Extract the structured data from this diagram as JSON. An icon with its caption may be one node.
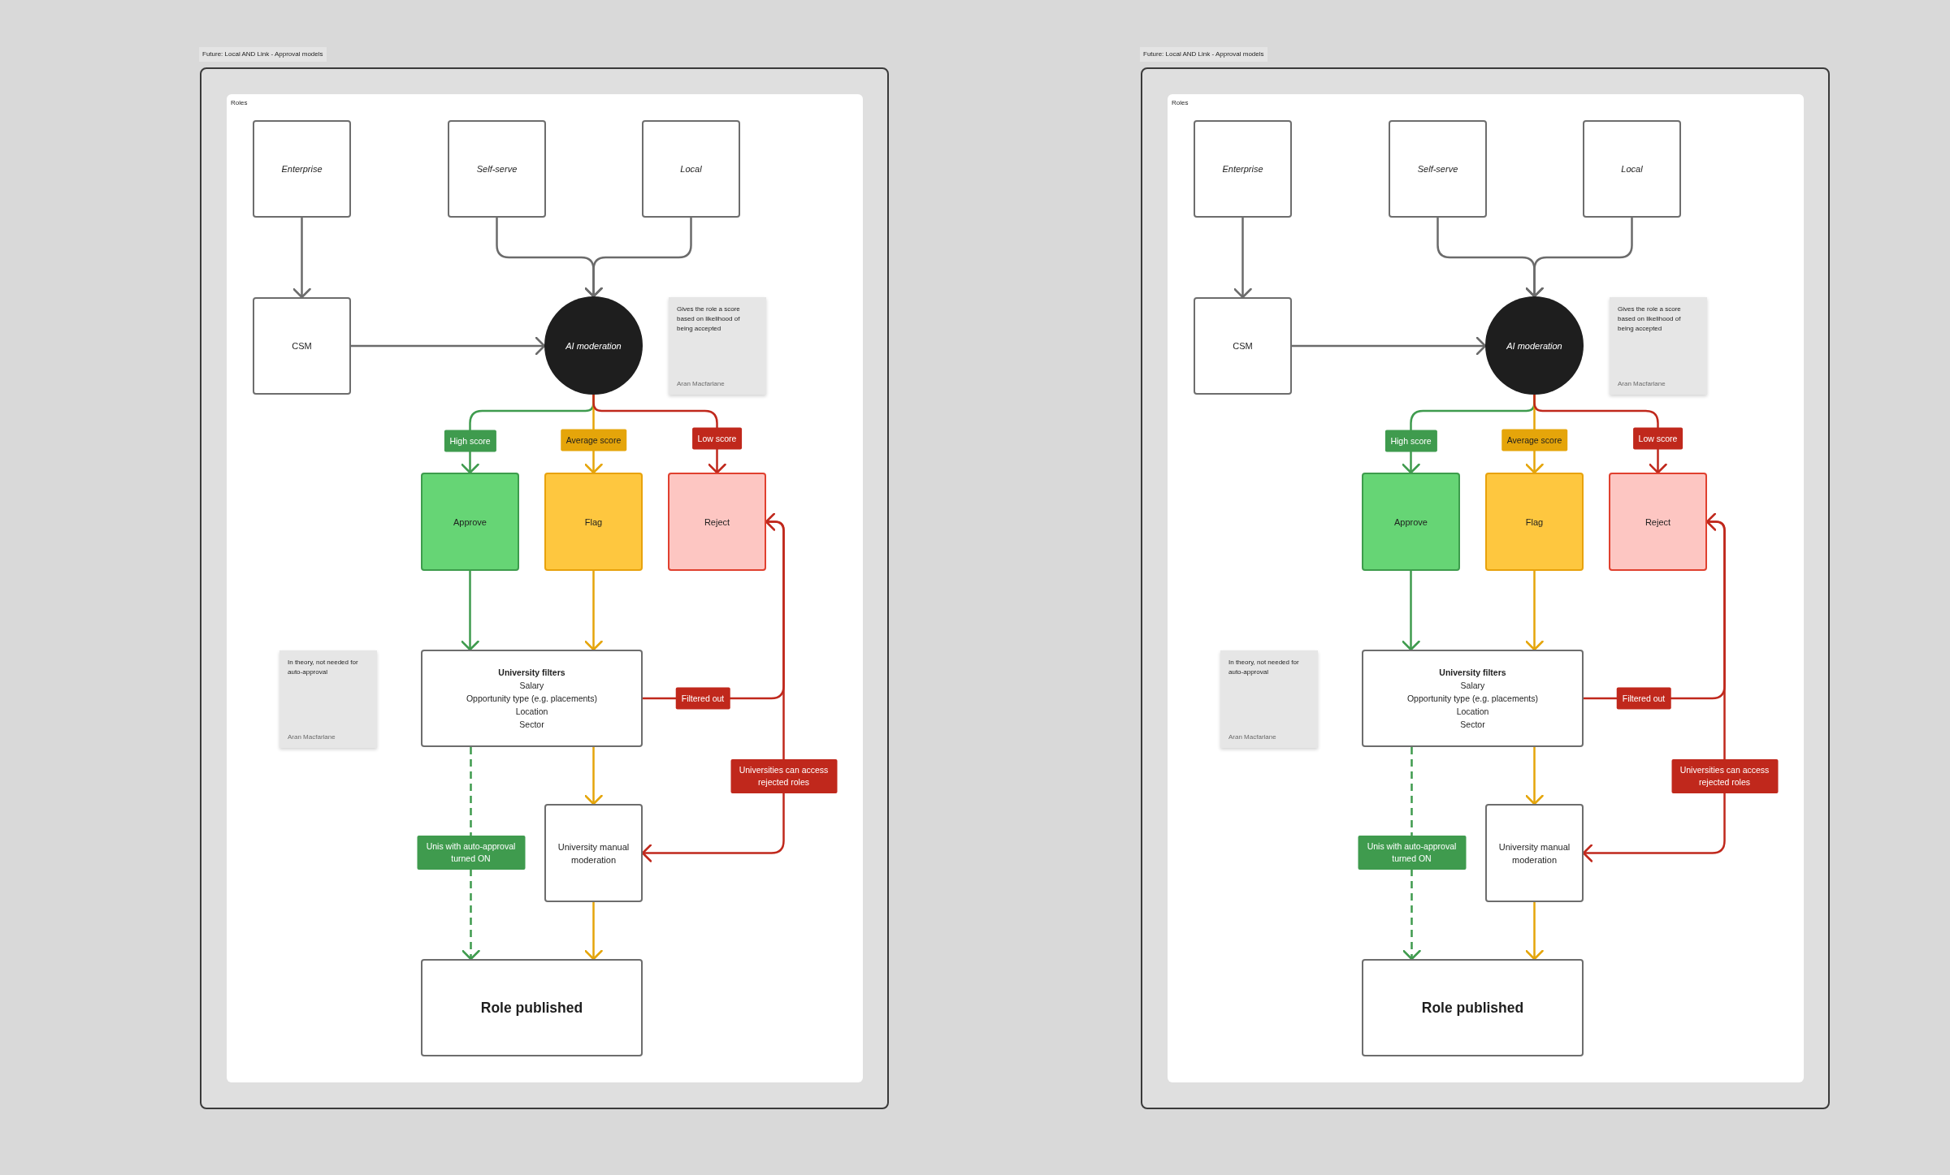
{
  "diagram": {
    "nodes": [
      {
        "text": [
          "Future: Local AND Link - Approval models"
        ]
      },
      {
        "text": [
          "Roles"
        ],
        "in": 0
      },
      {
        "text": [
          "Enterprise"
        ],
        "in": 1
      },
      {
        "text": [
          "Self-serve"
        ],
        "in": 1
      },
      {
        "text": [
          "Local"
        ],
        "in": 1
      },
      {
        "text": [
          "CSM"
        ],
        "in": 1
      },
      {
        "text": [
          "AI moderation"
        ],
        "in": 1
      },
      {
        "text": [
          "Gives the role a score based on likelihood of being accepted",
          "Aran Macfarlane"
        ],
        "in": 1
      },
      {
        "text": [
          "Approve"
        ],
        "in": 1
      },
      {
        "text": [
          "Flag"
        ],
        "in": 1
      },
      {
        "text": [
          "Reject"
        ],
        "in": 1
      },
      {
        "text": [
          "In theory, not needed for auto-approval",
          "Aran Macfarlane"
        ],
        "in": 1
      },
      {
        "text": [
          "University filters",
          "Salary",
          "Opportunity type (e.g. placements)",
          "Location",
          "Sector"
        ],
        "in": 1
      },
      {
        "text": [
          "University manual moderation"
        ],
        "in": 1
      },
      {
        "text": [
          "Role published"
        ],
        "in": 1
      },
      {
        "text": [
          "Future: Local AND Link - Approval models"
        ]
      },
      {
        "text": [
          "Roles"
        ],
        "in": 15
      },
      {
        "text": [
          "Enterprise"
        ],
        "in": 16
      },
      {
        "text": [
          "Self-serve"
        ],
        "in": 16
      },
      {
        "text": [
          "Local"
        ],
        "in": 16
      },
      {
        "text": [
          "CSM"
        ],
        "in": 16
      },
      {
        "text": [
          "AI moderation"
        ],
        "in": 16
      },
      {
        "text": [
          "Gives the role a score based on likelihood of being accepted",
          "Aran Macfarlane"
        ],
        "in": 16
      },
      {
        "text": [
          "Approve"
        ],
        "in": 16
      },
      {
        "text": [
          "Flag"
        ],
        "in": 16
      },
      {
        "text": [
          "Reject"
        ],
        "in": 16
      },
      {
        "text": [
          "In theory, not needed for auto-approval",
          "Aran Macfarlane"
        ],
        "in": 16
      },
      {
        "text": [
          "University filters",
          "Salary",
          "Opportunity type (e.g. placements)",
          "Location",
          "Sector"
        ],
        "in": 16
      },
      {
        "text": [
          "University manual moderation"
        ],
        "in": 16
      },
      {
        "text": [
          "Role published"
        ],
        "in": 16
      }
    ],
    "edges": [
      {
        "from": 2,
        "to": 5,
        "arrow": "to"
      },
      {
        "from": 3,
        "to": 6,
        "arrow": "to"
      },
      {
        "from": 4,
        "to": 6,
        "arrow": "to"
      },
      {
        "from": 5,
        "to": 6,
        "arrow": "to"
      },
      {
        "from": 6,
        "to": 8,
        "arrow": "to",
        "label": "High score",
        "color": "#3f9b4e"
      },
      {
        "from": 6,
        "to": 9,
        "arrow": "to",
        "label": "Average score",
        "color": "#e5a50a"
      },
      {
        "from": 6,
        "to": 10,
        "arrow": "to",
        "label": "Low score",
        "color": "#c0281c"
      },
      {
        "from": 8,
        "to": 12,
        "arrow": "to",
        "color": "#3f9b4e"
      },
      {
        "from": 9,
        "to": 12,
        "arrow": "to",
        "color": "#e5a50a"
      },
      {
        "from": 12,
        "to": 10,
        "arrow": "to",
        "label": "Filtered out",
        "color": "#c0281c"
      },
      {
        "from": 10,
        "to": 13,
        "arrow": "to",
        "label": "Universities can access rejected roles",
        "color": "#c0281c"
      },
      {
        "from": 12,
        "to": 13,
        "arrow": "to",
        "color": "#e5a50a"
      },
      {
        "from": 12,
        "to": 14,
        "arrow": "to",
        "label": "Unis with auto-approval turned ON",
        "style": "dashed",
        "color": "#3f9b4e"
      },
      {
        "from": 13,
        "to": 14,
        "arrow": "to",
        "color": "#e5a50a"
      },
      {
        "from": 17,
        "to": 20,
        "arrow": "to"
      },
      {
        "from": 18,
        "to": 21,
        "arrow": "to"
      },
      {
        "from": 19,
        "to": 21,
        "arrow": "to"
      },
      {
        "from": 20,
        "to": 21,
        "arrow": "to"
      },
      {
        "from": 21,
        "to": 23,
        "arrow": "to",
        "label": "High score",
        "color": "#3f9b4e"
      },
      {
        "from": 21,
        "to": 24,
        "arrow": "to",
        "label": "Average score",
        "color": "#e5a50a"
      },
      {
        "from": 21,
        "to": 25,
        "arrow": "to",
        "label": "Low score",
        "color": "#c0281c"
      },
      {
        "from": 23,
        "to": 27,
        "arrow": "to",
        "color": "#3f9b4e"
      },
      {
        "from": 24,
        "to": 27,
        "arrow": "to",
        "color": "#e5a50a"
      },
      {
        "from": 27,
        "to": 25,
        "arrow": "to",
        "label": "Filtered out",
        "color": "#c0281c"
      },
      {
        "from": 25,
        "to": 28,
        "arrow": "to",
        "label": "Universities can access rejected roles",
        "color": "#c0281c"
      },
      {
        "from": 27,
        "to": 28,
        "arrow": "to",
        "color": "#e5a50a"
      },
      {
        "from": 27,
        "to": 29,
        "arrow": "to",
        "label": "Unis with auto-approval turned ON",
        "style": "dashed",
        "color": "#3f9b4e"
      },
      {
        "from": 28,
        "to": 29,
        "arrow": "to",
        "color": "#e5a50a"
      }
    ]
  }
}
